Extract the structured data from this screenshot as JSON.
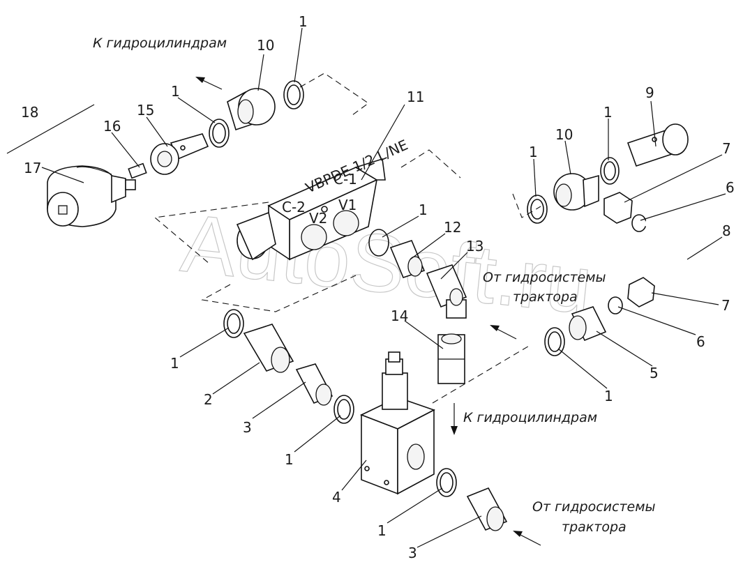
{
  "captions": {
    "to_cylinders_top": "К гидроцилиндрам",
    "to_cylinders_mid": "К гидроцилиндрам",
    "from_tractor_mid_1": "От гидросистемы",
    "from_tractor_mid_2": "трактора",
    "from_tractor_bottom_1": "От гидросистемы",
    "from_tractor_bottom_2": "трактора"
  },
  "watermark": "AutoSoft.ru",
  "block_markings": {
    "top_text": "VBPDE 1/2 L/NE",
    "v1": "V1",
    "v2": "V2",
    "c1": "C-1",
    "c2": "C-2"
  },
  "callouts": {
    "n1a": "1",
    "n1b": "1",
    "n1c": "1",
    "n1d": "1",
    "n1e": "1",
    "n1f": "1",
    "n1g": "1",
    "n1h": "1",
    "n1i": "1",
    "n2": "2",
    "n3a": "3",
    "n3b": "3",
    "n4": "4",
    "n5": "5",
    "n6a": "6",
    "n6b": "6",
    "n7a": "7",
    "n7b": "7",
    "n8": "8",
    "n9": "9",
    "n10a": "10",
    "n10b": "10",
    "n11": "11",
    "n12": "12",
    "n13": "13",
    "n14": "14",
    "n15": "15",
    "n16": "16",
    "n17": "17",
    "n18": "18"
  }
}
